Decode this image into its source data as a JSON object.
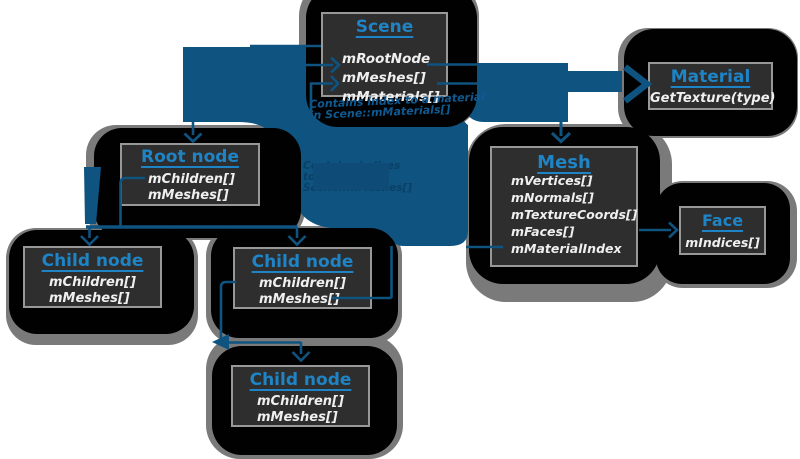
{
  "boxes": {
    "scene": {
      "title": "Scene",
      "members": [
        "mRootNode",
        "mMeshes[]",
        "mMaterials[]"
      ]
    },
    "material": {
      "title": "Material",
      "members": [
        "GetTexture(type)"
      ]
    },
    "mesh": {
      "title": "Mesh",
      "members": [
        "mVertices[]",
        "mNormals[]",
        "mTextureCoords[]",
        "mFaces[]",
        "mMaterialIndex"
      ]
    },
    "face": {
      "title": "Face",
      "members": [
        "mIndices[]"
      ]
    },
    "root": {
      "title": "Root node",
      "members": [
        "mChildren[]",
        "mMeshes[]"
      ]
    },
    "child1": {
      "title": "Child node",
      "members": [
        "mChildren[]",
        "mMeshes[]"
      ]
    },
    "child2": {
      "title": "Child node",
      "members": [
        "mChildren[]",
        "mMeshes[]"
      ]
    },
    "child3": {
      "title": "Child node",
      "members": [
        "mChildren[]",
        "mMeshes[]"
      ]
    }
  },
  "annotations": {
    "material_note": {
      "line1": "Contains index to a material",
      "line2": "in Scene::mMaterials[]"
    },
    "meshes_note": {
      "line1": "Contains indices",
      "line2": "to meshes in",
      "line3": "Scene::mMeshes[]"
    }
  },
  "colors": {
    "arrow_blue": "#0f5380",
    "title_blue": "#1e84c6",
    "box_background": "#2e2e2e",
    "box_border": "#989898",
    "blob_black": "#010101",
    "remnant_gray": "#7a7a7a",
    "member_text": "#efefef",
    "note_material_text": "#0f5a92",
    "note_meshes_text": "#0a4065"
  }
}
